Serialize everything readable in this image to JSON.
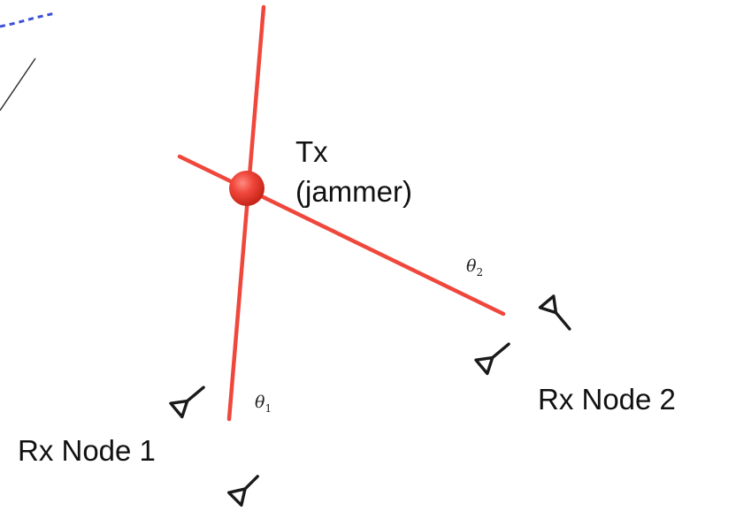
{
  "labels": {
    "tx": "Tx",
    "tx_sub": "(jammer)",
    "rx_node_1": "Rx Node 1",
    "rx_node_2": "Rx Node 2"
  },
  "angles": {
    "theta1": {
      "symbol": "θ",
      "sub": "1"
    },
    "theta2": {
      "symbol": "θ",
      "sub": "2"
    }
  },
  "colors": {
    "beam_line": "#f0473c",
    "jammer_dot": "#e8302a",
    "antenna": "#1a1a1a",
    "dashed_trace": "#3b4fd8",
    "edge_line": "#333333"
  },
  "icons": {
    "jammer": "red-sphere",
    "receiver": "antenna-icon"
  }
}
